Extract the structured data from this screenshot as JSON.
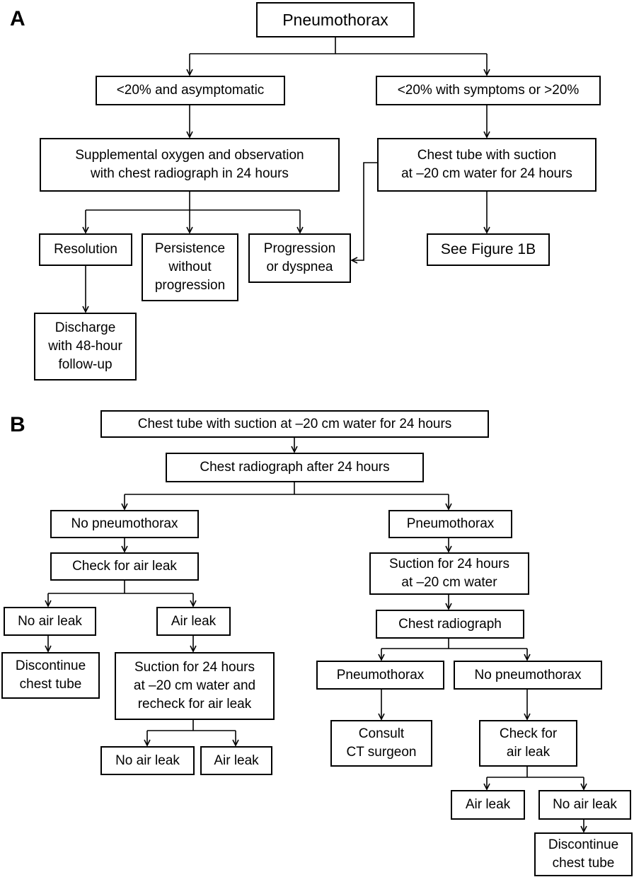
{
  "panels": {
    "a": "A",
    "b": "B"
  },
  "nodes": {
    "pneumothorax_root": [
      "Pneumothorax"
    ],
    "small_asymptomatic": [
      "<20% and asymptomatic"
    ],
    "symptomatic_or_large": [
      "<20% with symptoms or >20%"
    ],
    "oxygen_observation": [
      "Supplemental oxygen and observation",
      "with chest radiograph in 24 hours"
    ],
    "chest_tube_a": [
      "Chest tube with suction",
      "at –20 cm water for 24 hours"
    ],
    "resolution": [
      "Resolution"
    ],
    "persistence": [
      "Persistence",
      "without",
      "progression"
    ],
    "progression": [
      "Progression",
      "or dyspnea"
    ],
    "see_figure_1b": [
      "See Figure 1B"
    ],
    "discharge": [
      "Discharge",
      "with 48-hour",
      "follow-up"
    ],
    "chest_tube_b": [
      "Chest tube with suction at –20 cm water for 24 hours"
    ],
    "radiograph_24h": [
      "Chest radiograph after 24 hours"
    ],
    "no_pneumothorax_l": [
      "No pneumothorax"
    ],
    "pneumothorax_r": [
      "Pneumothorax"
    ],
    "check_air_leak_l": [
      "Check for air leak"
    ],
    "suction_24h_r": [
      "Suction for 24 hours",
      "at –20 cm water"
    ],
    "no_air_leak_l1": [
      "No air leak"
    ],
    "air_leak_l1": [
      "Air leak"
    ],
    "chest_radiograph_r": [
      "Chest radiograph"
    ],
    "discontinue_l": [
      "Discontinue",
      "chest tube"
    ],
    "suction_recheck": [
      "Suction for 24 hours",
      "at –20 cm water and",
      "recheck for air leak"
    ],
    "pneumothorax_r2": [
      "Pneumothorax"
    ],
    "no_pneumothorax_r2": [
      "No pneumothorax"
    ],
    "no_air_leak_l2": [
      "No air leak"
    ],
    "air_leak_l2": [
      "Air leak"
    ],
    "consult_ct": [
      "Consult",
      "CT surgeon"
    ],
    "check_air_leak_r": [
      "Check for",
      "air leak"
    ],
    "air_leak_r": [
      "Air leak"
    ],
    "no_air_leak_r": [
      "No air leak"
    ],
    "discontinue_r": [
      "Discontinue",
      "chest tube"
    ]
  }
}
